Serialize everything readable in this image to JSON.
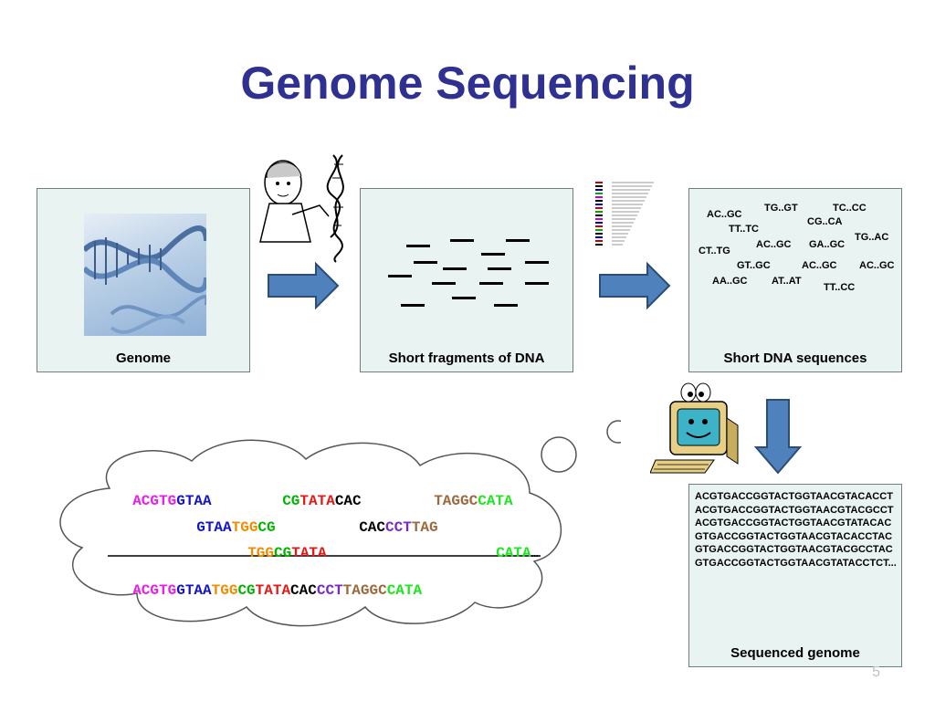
{
  "title": "Genome Sequencing",
  "page_number": "5",
  "boxes": {
    "genome_label": "Genome",
    "fragments_label": "Short fragments of DNA",
    "sequences_label": "Short DNA sequences",
    "sequenced_label": "Sequenced genome"
  },
  "short_sequences": [
    "AC..GC",
    "TG..GT",
    "TC..CC",
    "CG..CA",
    "TT..TC",
    "TG..AC",
    "CT..TG",
    "AC..GC",
    "GA..GC",
    "GT..GC",
    "AC..GC",
    "AC..GC",
    "AA..GC",
    "AT..AT",
    "TT..CC"
  ],
  "sequenced_genome_text": "ACGTGACCGGTACTGGTAACGTACACCTACGTGACCGGTACTGGTAACGTACGCCTACGTGACCGGTACTGGTAACGTATACACGTGACCGGTACTGGTAACGTACACCTACGTGACCGGTACTGGTAACGTACGCCTACGTGACCGGTACTGGTAACGTATACCTCT...",
  "colors": {
    "title": "#2e3192",
    "magenta": "#e81ee8",
    "blue": "#1414c8",
    "orange": "#f08c00",
    "green": "#00b400",
    "red": "#e61919",
    "black": "#000000",
    "purple": "#7828c8",
    "brown": "#9a6a3c",
    "bright_green": "#1ee61e",
    "arrow_fill": "#4f81bd"
  },
  "cloud": {
    "row1": [
      {
        "text": "ACGTG",
        "color": "magenta"
      },
      {
        "text": "GTAA",
        "color": "blue"
      },
      {
        "text": "CG",
        "color": "green"
      },
      {
        "text": "TATA",
        "color": "red"
      },
      {
        "text": "CAC",
        "color": "black"
      },
      {
        "text": "TAGGC",
        "color": "brown"
      },
      {
        "text": "CATA",
        "color": "bright_green"
      }
    ],
    "row2": [
      {
        "text": "GTAA",
        "color": "blue"
      },
      {
        "text": "TGG",
        "color": "orange"
      },
      {
        "text": "CG",
        "color": "green"
      },
      {
        "text": "CAC",
        "color": "black"
      },
      {
        "text": "CCT",
        "color": "purple"
      },
      {
        "text": "TAG",
        "color": "brown"
      }
    ],
    "row3": [
      {
        "text": "TGG",
        "color": "orange"
      },
      {
        "text": "CG",
        "color": "green"
      },
      {
        "text": "TATA",
        "color": "red"
      },
      {
        "text": "CATA",
        "color": "bright_green"
      },
      {
        "text": "…",
        "color": "black"
      }
    ],
    "result": [
      {
        "text": "ACGTG",
        "color": "magenta"
      },
      {
        "text": "GTAA",
        "color": "blue"
      },
      {
        "text": "TGG",
        "color": "orange"
      },
      {
        "text": "CG",
        "color": "green"
      },
      {
        "text": "TATA",
        "color": "red"
      },
      {
        "text": "CAC",
        "color": "black"
      },
      {
        "text": "CCT",
        "color": "purple"
      },
      {
        "text": "TAGGC",
        "color": "brown"
      },
      {
        "text": "CATA",
        "color": "bright_green"
      }
    ]
  },
  "icons": {
    "genome_image": "dna-helix-icon",
    "scientist": "scientist-cutting-dna-icon",
    "sequencer_readout": "sequence-readout-icon",
    "computer": "computer-cartoon-icon"
  }
}
